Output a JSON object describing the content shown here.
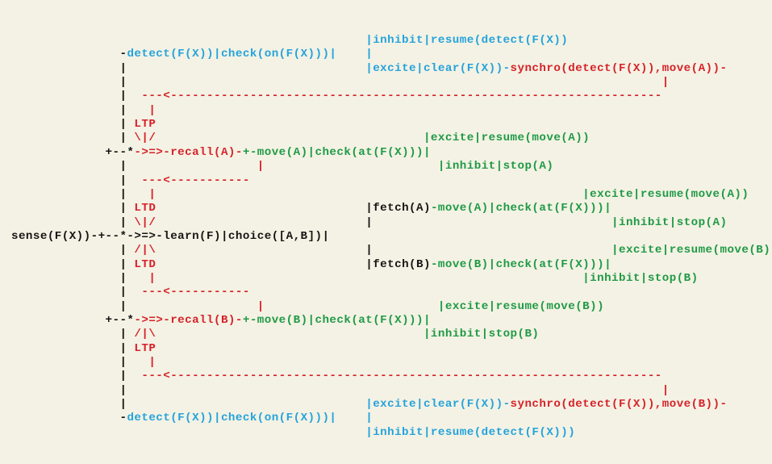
{
  "colors": {
    "black": "#151515",
    "red": "#d6222a",
    "green": "#1f9a46",
    "blue": "#24a3dc",
    "background": "#f4f2e4"
  },
  "lines": [
    [
      [
        "                                                 ",
        "black"
      ],
      [
        "|inhibit|resume(detect(F(X))",
        "blue"
      ]
    ],
    [
      [
        "               -",
        "black"
      ],
      [
        "detect(F(X))|check(on(F(X)))|",
        "blue"
      ],
      [
        "    ",
        "black"
      ],
      [
        "|",
        "blue"
      ]
    ],
    [
      [
        "               |",
        "black"
      ],
      [
        "                                 ",
        "black"
      ],
      [
        "|excite|clear(F(X))-",
        "blue"
      ],
      [
        "synchro(detect(F(X)),move(A))-",
        "red"
      ]
    ],
    [
      [
        "               |",
        "black"
      ],
      [
        "                                                                          |",
        "red"
      ]
    ],
    [
      [
        "               |",
        "black"
      ],
      [
        "  ---<--------------------------------------------------------------------",
        "red"
      ]
    ],
    [
      [
        "               |",
        "black"
      ],
      [
        "   |",
        "red"
      ]
    ],
    [
      [
        "               | ",
        "black"
      ],
      [
        "LTP",
        "red"
      ]
    ],
    [
      [
        "               | ",
        "black"
      ],
      [
        "\\|/",
        "red"
      ],
      [
        "                                     ",
        "black"
      ],
      [
        "|excite|resume(move(A))",
        "green"
      ]
    ],
    [
      [
        "             +--*",
        "black"
      ],
      [
        "->=>-recall(A)-",
        "red"
      ],
      [
        "+-move(A)|check(at(F(X)))|",
        "green"
      ]
    ],
    [
      [
        "               |",
        "black"
      ],
      [
        "                  ",
        "black"
      ],
      [
        "|",
        "red"
      ],
      [
        "                        ",
        "black"
      ],
      [
        "|inhibit|stop(A)",
        "green"
      ]
    ],
    [
      [
        "               |",
        "black"
      ],
      [
        "  ---<-----------",
        "red"
      ]
    ],
    [
      [
        "               |",
        "black"
      ],
      [
        "   |",
        "red"
      ],
      [
        "                                                           ",
        "black"
      ],
      [
        "|excite|resume(move(A))",
        "green"
      ]
    ],
    [
      [
        "               | ",
        "black"
      ],
      [
        "LTD",
        "red"
      ],
      [
        "                             |",
        "black"
      ],
      [
        "fetch(A)",
        "black"
      ],
      [
        "-move(A)|check(at(F(X)))|",
        "green"
      ]
    ],
    [
      [
        "               | ",
        "black"
      ],
      [
        "\\|/",
        "red"
      ],
      [
        "                             |",
        "black"
      ],
      [
        "                                 ",
        "black"
      ],
      [
        "|inhibit|stop(A)",
        "green"
      ]
    ],
    [
      [
        "sense(F(X))-+--*->=>-learn(F)|choice([A,B])|",
        "black"
      ]
    ],
    [
      [
        "               | ",
        "black"
      ],
      [
        "/|\\",
        "red"
      ],
      [
        "                             |",
        "black"
      ],
      [
        "                                 ",
        "black"
      ],
      [
        "|excite|resume(move(B))",
        "green"
      ]
    ],
    [
      [
        "               | ",
        "black"
      ],
      [
        "LTD",
        "red"
      ],
      [
        "                             |",
        "black"
      ],
      [
        "fetch(B)",
        "black"
      ],
      [
        "-move(B)|check(at(F(X)))|",
        "green"
      ]
    ],
    [
      [
        "               |",
        "black"
      ],
      [
        "   |",
        "red"
      ],
      [
        "                                                           ",
        "black"
      ],
      [
        "|inhibit|stop(B)",
        "green"
      ]
    ],
    [
      [
        "               |",
        "black"
      ],
      [
        "  ---<-----------",
        "red"
      ]
    ],
    [
      [
        "               |",
        "black"
      ],
      [
        "                  ",
        "black"
      ],
      [
        "|",
        "red"
      ],
      [
        "                        ",
        "black"
      ],
      [
        "|excite|resume(move(B))",
        "green"
      ]
    ],
    [
      [
        "             +--*",
        "black"
      ],
      [
        "->=>-recall(B)-",
        "red"
      ],
      [
        "+-move(B)|check(at(F(X)))|",
        "green"
      ]
    ],
    [
      [
        "               | ",
        "black"
      ],
      [
        "/|\\",
        "red"
      ],
      [
        "                                     ",
        "black"
      ],
      [
        "|inhibit|stop(B)",
        "green"
      ]
    ],
    [
      [
        "               | ",
        "black"
      ],
      [
        "LTP",
        "red"
      ]
    ],
    [
      [
        "               |",
        "black"
      ],
      [
        "   |",
        "red"
      ]
    ],
    [
      [
        "               |",
        "black"
      ],
      [
        "  ---<--------------------------------------------------------------------",
        "red"
      ]
    ],
    [
      [
        "               |",
        "black"
      ],
      [
        "                                                                          |",
        "red"
      ]
    ],
    [
      [
        "               |",
        "black"
      ],
      [
        "                                 ",
        "black"
      ],
      [
        "|excite|clear(F(X))-",
        "blue"
      ],
      [
        "synchro(detect(F(X)),move(B))-",
        "red"
      ]
    ],
    [
      [
        "               -",
        "black"
      ],
      [
        "detect(F(X))|check(on(F(X)))|",
        "blue"
      ],
      [
        "    ",
        "black"
      ],
      [
        "|",
        "blue"
      ]
    ],
    [
      [
        "                                                 ",
        "black"
      ],
      [
        "|inhibit|resume(detect(F(X)))",
        "blue"
      ]
    ]
  ]
}
